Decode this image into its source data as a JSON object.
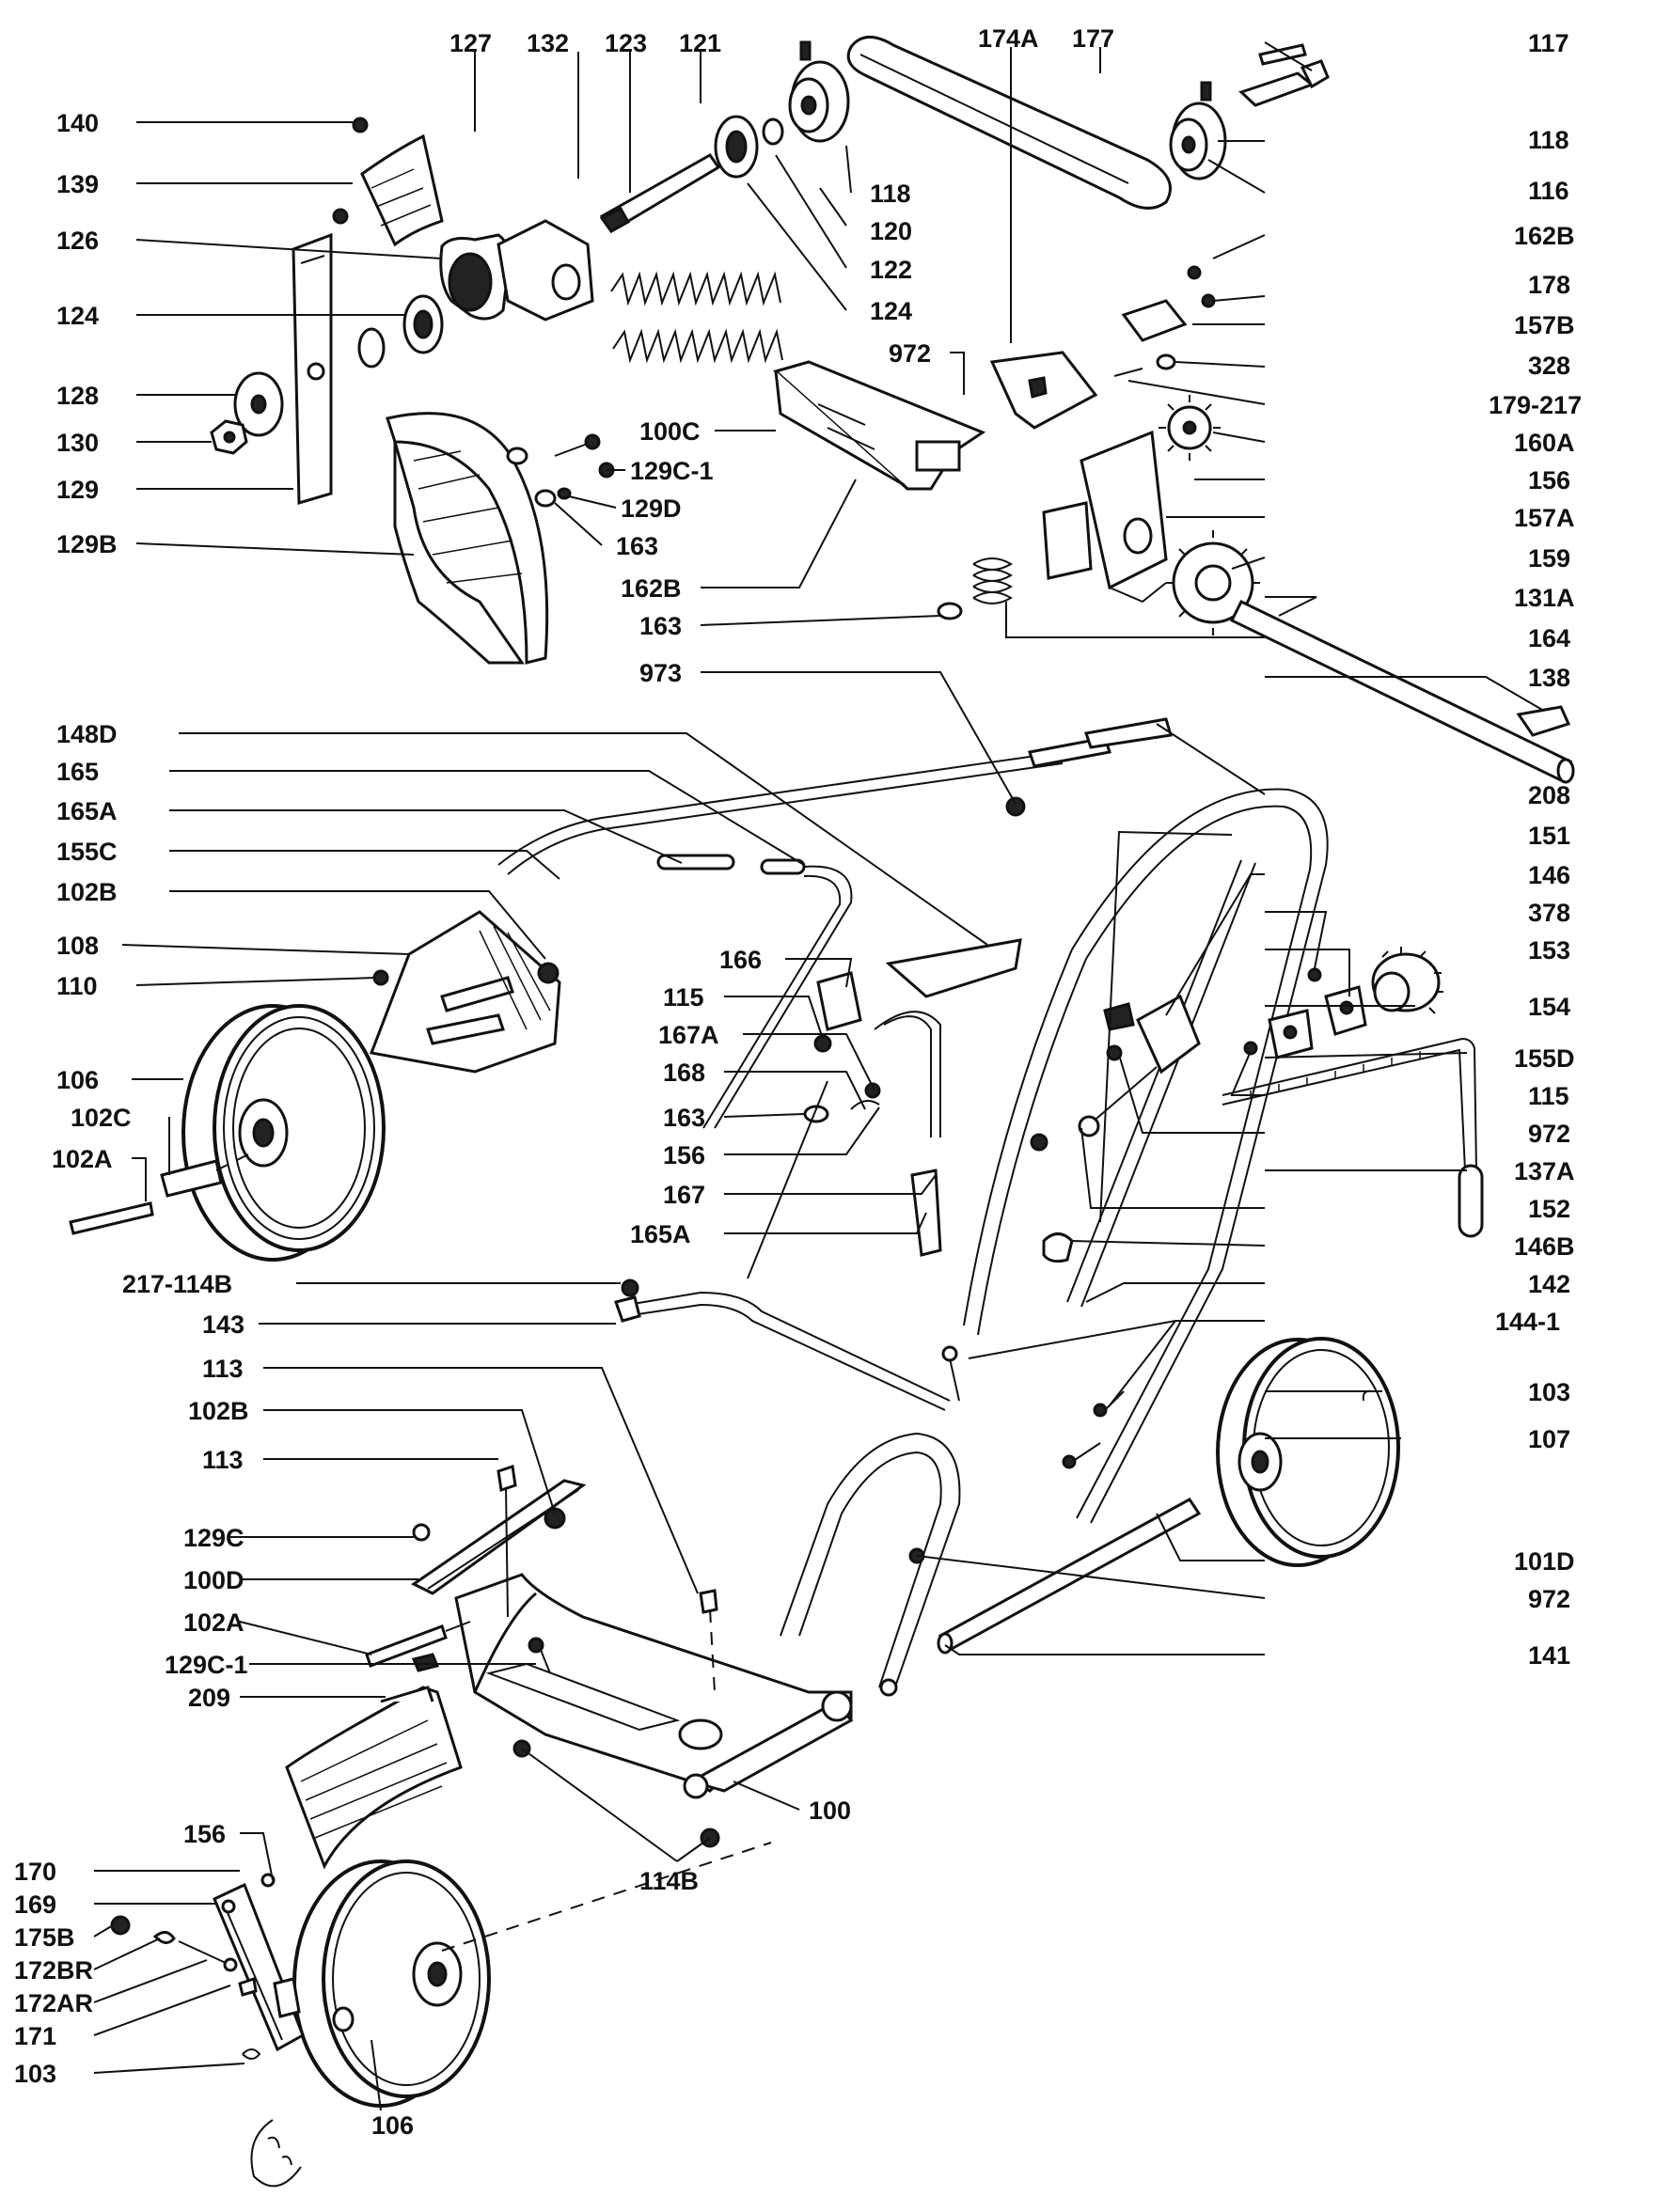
{
  "labels": {
    "l127": "127",
    "l132": "132",
    "l123": "123",
    "l121": "121",
    "l174a": "174A",
    "l177": "177",
    "l117": "117",
    "l140": "140",
    "l139": "139",
    "l118a": "118",
    "l118b": "118",
    "l116": "116",
    "l120": "120",
    "l126": "126",
    "l122": "122",
    "l162b_a": "162B",
    "l124a": "124",
    "l124b": "124",
    "l178": "178",
    "l157b": "157B",
    "l972a": "972",
    "l328": "328",
    "l128": "128",
    "l179_217": "179-217",
    "l130": "130",
    "l100c": "100C",
    "l129c1a": "129C-1",
    "l160a": "160A",
    "l129": "129",
    "l129d": "129D",
    "l156a": "156",
    "l163a": "163",
    "l157a": "157A",
    "l129b": "129B",
    "l162b_b": "162B",
    "l159": "159",
    "l131a": "131A",
    "l163b": "163",
    "l164": "164",
    "l973": "973",
    "l138": "138",
    "l148d": "148D",
    "l208": "208",
    "l165": "165",
    "l151": "151",
    "l165a_a": "165A",
    "l146": "146",
    "l155c": "155C",
    "l378": "378",
    "l102b_a": "102B",
    "l153": "153",
    "l108": "108",
    "l166": "166",
    "l154": "154",
    "l110": "110",
    "l115a": "115",
    "l155d": "155D",
    "l167a": "167A",
    "l106a": "106",
    "l115b": "115",
    "l168": "168",
    "l102c": "102C",
    "l972b": "972",
    "l163c": "163",
    "l137a": "137A",
    "l102a_a": "102A",
    "l156b": "156",
    "l152": "152",
    "l167": "167",
    "l146b": "146B",
    "l165a_b": "165A",
    "l142": "142",
    "l217_114b": "217-114B",
    "l143": "143",
    "l144_1": "144-1",
    "l113a": "113",
    "l103a": "103",
    "l102b_b": "102B",
    "l107": "107",
    "l113b": "113",
    "l129c": "129C",
    "l101d": "101D",
    "l100d": "100D",
    "l972c": "972",
    "l102a_b": "102A",
    "l129c1b": "129C-1",
    "l141": "141",
    "l209": "209",
    "l100": "100",
    "l156c": "156",
    "l114b": "114B",
    "l170": "170",
    "l169": "169",
    "l175b": "175B",
    "l172br": "172BR",
    "l172ar": "172AR",
    "l171": "171",
    "l103b": "103",
    "l106b": "106"
  }
}
